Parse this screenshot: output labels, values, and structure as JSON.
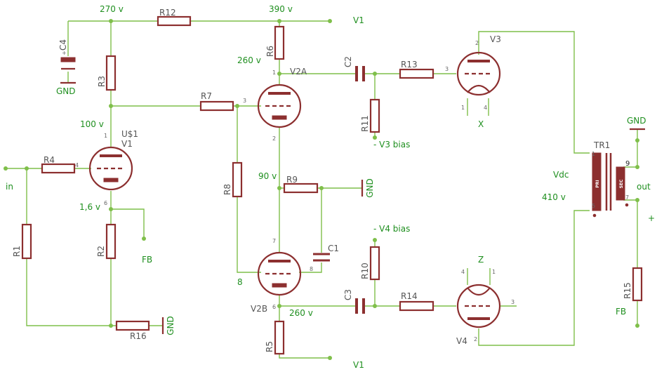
{
  "nets": {
    "v270": "270 v",
    "v390": "390 v",
    "v1_top": "V1",
    "v260_a": "260 v",
    "v100": "100 v",
    "v1_6": "1,6 v",
    "v90": "90 v",
    "node8": "8",
    "v260_b": "260 v",
    "v1_bottom": "V1",
    "v3_bias": "- V3 bias",
    "v4_bias": "- V4 bias",
    "vdc": "Vdc",
    "v410": "410 v",
    "in": "in",
    "fb_left": "FB",
    "fb_right": "FB",
    "out": "out",
    "gnd_c4": "GND",
    "gnd_r9": "GND",
    "gnd_r16": "GND",
    "gnd_tr1": "GND",
    "plus": "+",
    "x": "X",
    "z": "Z"
  },
  "parts": {
    "r1": "R1",
    "r2": "R2",
    "r3": "R3",
    "r4": "R4",
    "r5": "R5",
    "r6": "R6",
    "r7": "R7",
    "r8": "R8",
    "r9": "R9",
    "r10": "R10",
    "r11": "R11",
    "r12": "R12",
    "r13": "R13",
    "r14": "R14",
    "r15": "R15",
    "r16": "R16",
    "c1": "C1",
    "c2": "C2",
    "c3": "C3",
    "c4": "C4",
    "us1": "U$1",
    "v1": "V1",
    "v2a": "V2A",
    "v2b": "V2B",
    "v3": "V3",
    "v4": "V4",
    "tr1": "TR1",
    "pri": "PRI",
    "sec": "SEC",
    "c4_plus": "+"
  },
  "pins": {
    "v1_p1": "1",
    "v1_p4": "4",
    "v1_p6": "6",
    "v2a_p1": "1",
    "v2a_p3": "3",
    "v2a_p2": "2",
    "v2b_p7": "7",
    "v2b_p8": "8",
    "v2b_p6": "6",
    "v3_p2": "2",
    "v3_p3": "3",
    "v3_p1": "1",
    "v3_p4": "4",
    "v4_p4": "4",
    "v4_p1": "1",
    "v4_p3": "3",
    "v4_p2": "2",
    "tr1_p1": "1",
    "tr1_p5": "5",
    "tr1_p9": "9",
    "tr1_p7": "7"
  },
  "colors": {
    "wire": "#7fbf4a",
    "part": "#8c2f2f",
    "net_label": "#1f8f1f",
    "part_label": "#555555"
  }
}
